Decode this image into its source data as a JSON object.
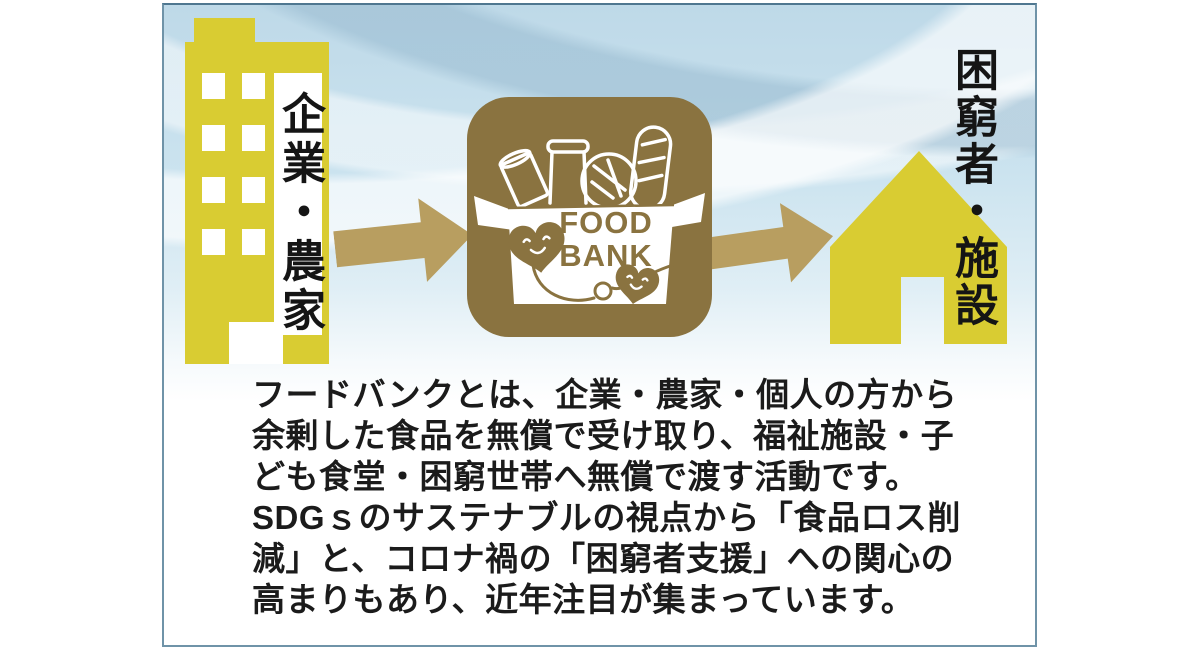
{
  "infographic": {
    "flow": {
      "source": {
        "label": "企業・農家",
        "icon": "office-building-icon"
      },
      "foodbank": {
        "icon": "food-bank-box-icon",
        "line1": "FOOD",
        "line2": "BANK"
      },
      "recipient": {
        "label": "困窮者・施設",
        "icon": "house-icon"
      }
    },
    "description_lines": [
      "フードバンクとは、企業・農家・個人の方から",
      "余剰した食品を無償で受け取り、福祉施設・子",
      "ども食堂・困窮世帯へ無償で渡す活動です。",
      "SDGｓのサステナブルの視点から「食品ロス削",
      "減」と、コロナ禍の「困窮者支援」への関心の",
      "高まりもあり、近年注目が集まっています。"
    ],
    "colors": {
      "yellow_green": "#d9cc32",
      "arrow_tan": "#b89e60",
      "foodbank_brown": "#8a7340",
      "sky_blue": "#c9e0ec",
      "text": "#1b1b1b"
    }
  }
}
